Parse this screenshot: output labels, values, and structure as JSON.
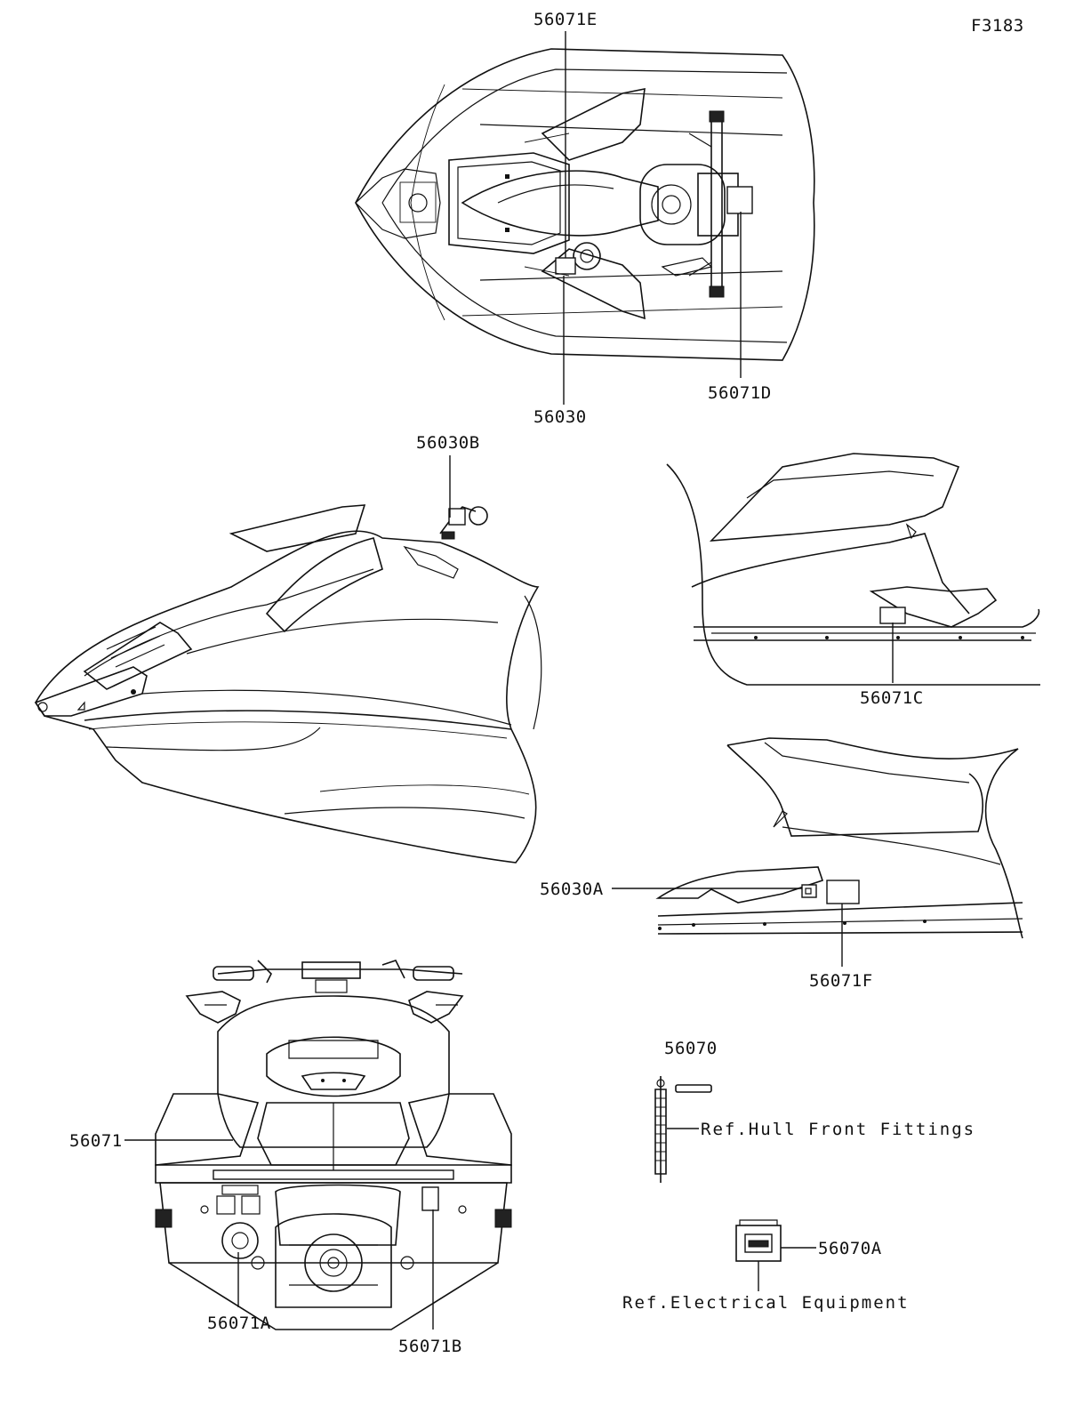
{
  "figure_code": "F3183",
  "callouts": {
    "top_view_fuel_cap": "56071E",
    "top_view_center": "56030",
    "top_view_handlebar": "56071D",
    "side_left_mirror": "56030B",
    "side_rear_upper": "56071C",
    "side_rear_lower_small": "56030A",
    "side_rear_lower_large": "56071F",
    "rear_view_left": "56071",
    "rear_view_bottom_left": "56071A",
    "rear_view_bottom_right": "56071B",
    "hull_fitting_part": "56070",
    "electrical_part": "56070A"
  },
  "references": {
    "hull_front_fittings": "Ref.Hull Front Fittings",
    "electrical_equipment": "Ref.Electrical Equipment"
  }
}
